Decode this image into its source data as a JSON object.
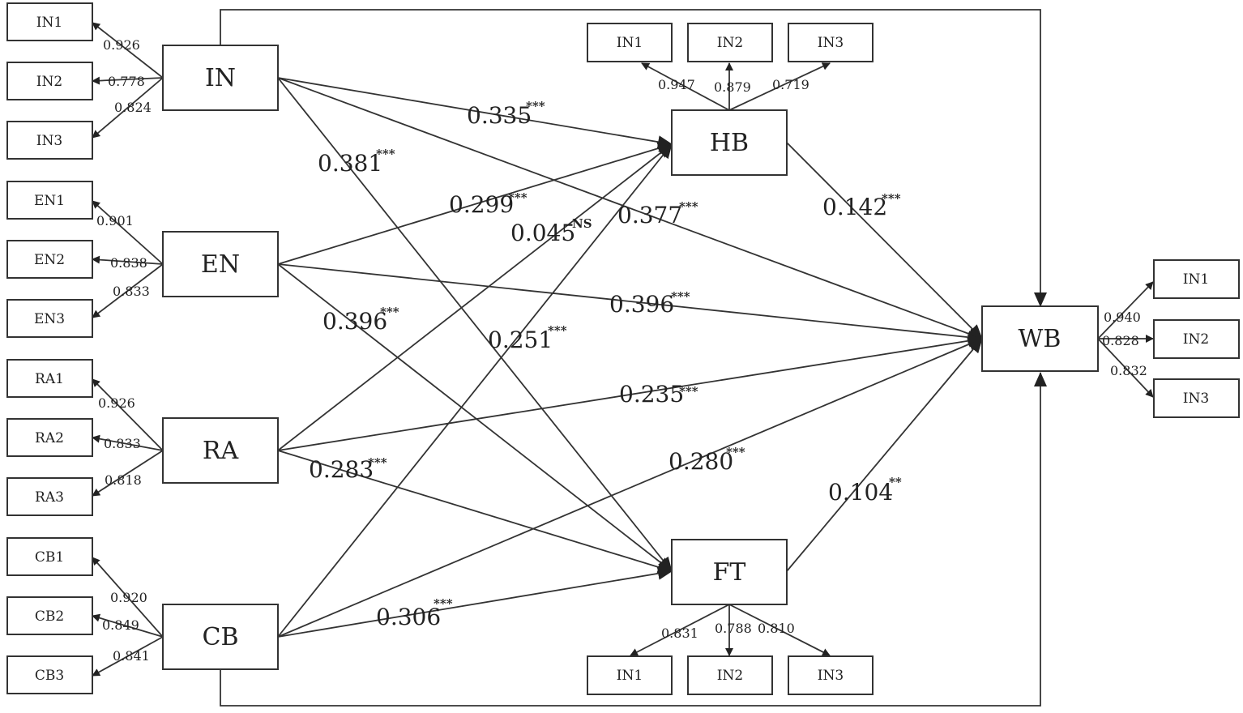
{
  "latent": {
    "IN": "IN",
    "EN": "EN",
    "RA": "RA",
    "CB": "CB",
    "HB": "HB",
    "FT": "FT",
    "WB": "WB"
  },
  "indicators": {
    "IN": [
      "IN1",
      "IN2",
      "IN3"
    ],
    "EN": [
      "EN1",
      "EN2",
      "EN3"
    ],
    "RA": [
      "RA1",
      "RA2",
      "RA3"
    ],
    "CB": [
      "CB1",
      "CB2",
      "CB3"
    ],
    "HB": [
      "IN1",
      "IN2",
      "IN3"
    ],
    "FT": [
      "IN1",
      "IN2",
      "IN3"
    ],
    "WB": [
      "IN1",
      "IN2",
      "IN3"
    ]
  },
  "loadings": {
    "IN": [
      "0.926",
      "0.778",
      "0.824"
    ],
    "EN": [
      "0.901",
      "0.838",
      "0.833"
    ],
    "RA": [
      "0.926",
      "0.833",
      "0.818"
    ],
    "CB": [
      "0.920",
      "0.849",
      "0.841"
    ],
    "HB": [
      "0.947",
      "0.879",
      "0.719"
    ],
    "FT": [
      "0.831",
      "0.788",
      "0.810"
    ],
    "WB": [
      "0.940",
      "0.828",
      "0.832"
    ]
  },
  "paths": {
    "in_hb": {
      "coef": "0.335",
      "sig": "***"
    },
    "in_ft": {
      "coef": "0.381",
      "sig": "***"
    },
    "in_wb": {
      "coef": "0.377",
      "sig": "***"
    },
    "en_hb": {
      "coef": "0.299",
      "sig": "***"
    },
    "en_ft": {
      "coef": "0.396",
      "sig": "***"
    },
    "en_wb": {
      "coef": "0.396",
      "sig": "***"
    },
    "ra_hb": {
      "coef": "0.045",
      "sig": "NS"
    },
    "ra_wb": {
      "coef": "0.235",
      "sig": "***"
    },
    "ra_ft": {
      "coef": "0.283",
      "sig": "***"
    },
    "cb_hb": {
      "coef": "0.251",
      "sig": "***"
    },
    "cb_wb": {
      "coef": "0.280",
      "sig": "***"
    },
    "cb_ft": {
      "coef": "0.306",
      "sig": "***"
    },
    "hb_wb": {
      "coef": "0.142",
      "sig": "***"
    },
    "ft_wb": {
      "coef": "0.104",
      "sig": "**"
    }
  }
}
